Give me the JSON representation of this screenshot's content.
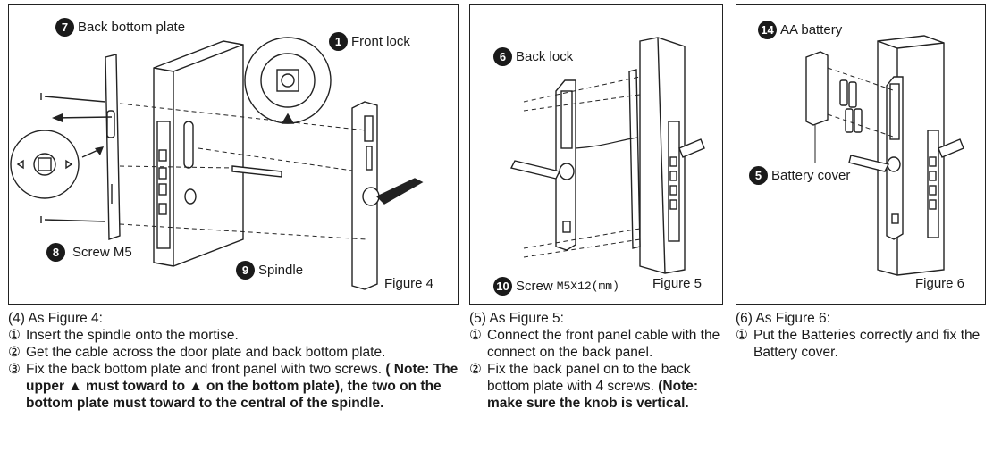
{
  "figure4": {
    "label": "Figure 4",
    "callouts": [
      {
        "num": "7",
        "text": "Back bottom plate"
      },
      {
        "num": "1",
        "text": "Front lock"
      },
      {
        "num": "8",
        "text": "Screw M5"
      },
      {
        "num": "9",
        "text": "Spindle"
      }
    ]
  },
  "figure5": {
    "label": "Figure 5",
    "callouts": [
      {
        "num": "6",
        "text": "Back lock"
      },
      {
        "num": "10",
        "text": "Screw",
        "spec": "M5X12(mm)"
      }
    ]
  },
  "figure6": {
    "label": "Figure 6",
    "callouts": [
      {
        "num": "14",
        "text": "AA battery"
      },
      {
        "num": "5",
        "text": "Battery cover"
      }
    ]
  },
  "instructions": {
    "col4": {
      "heading": "(4) As Figure 4:",
      "s1_mark": "①",
      "s1": "Insert the spindle onto the mortise.",
      "s2_mark": "②",
      "s2": "Get the cable across the door plate and back bottom plate.",
      "s3_mark": "③",
      "s3_plain": "Fix the back bottom plate and front panel with two screws.",
      "s3_bold": "( Note: The upper ▲ must toward to ▲ on the bottom plate), the two  on the bottom plate must toward to the central of the spindle."
    },
    "col5": {
      "heading": "(5) As Figure 5:",
      "s1_mark": "①",
      "s1": "Connect the front panel cable with the connect on the back panel.",
      "s2_mark": "②",
      "s2_plain": "Fix the back panel on to the back bottom plate with 4 screws.",
      "s2_bold": "(Note: make sure the knob is vertical."
    },
    "col6": {
      "heading": "(6) As Figure 6:",
      "s1_mark": "①",
      "s1": "Put the Batteries correctly and fix the Battery cover."
    }
  }
}
